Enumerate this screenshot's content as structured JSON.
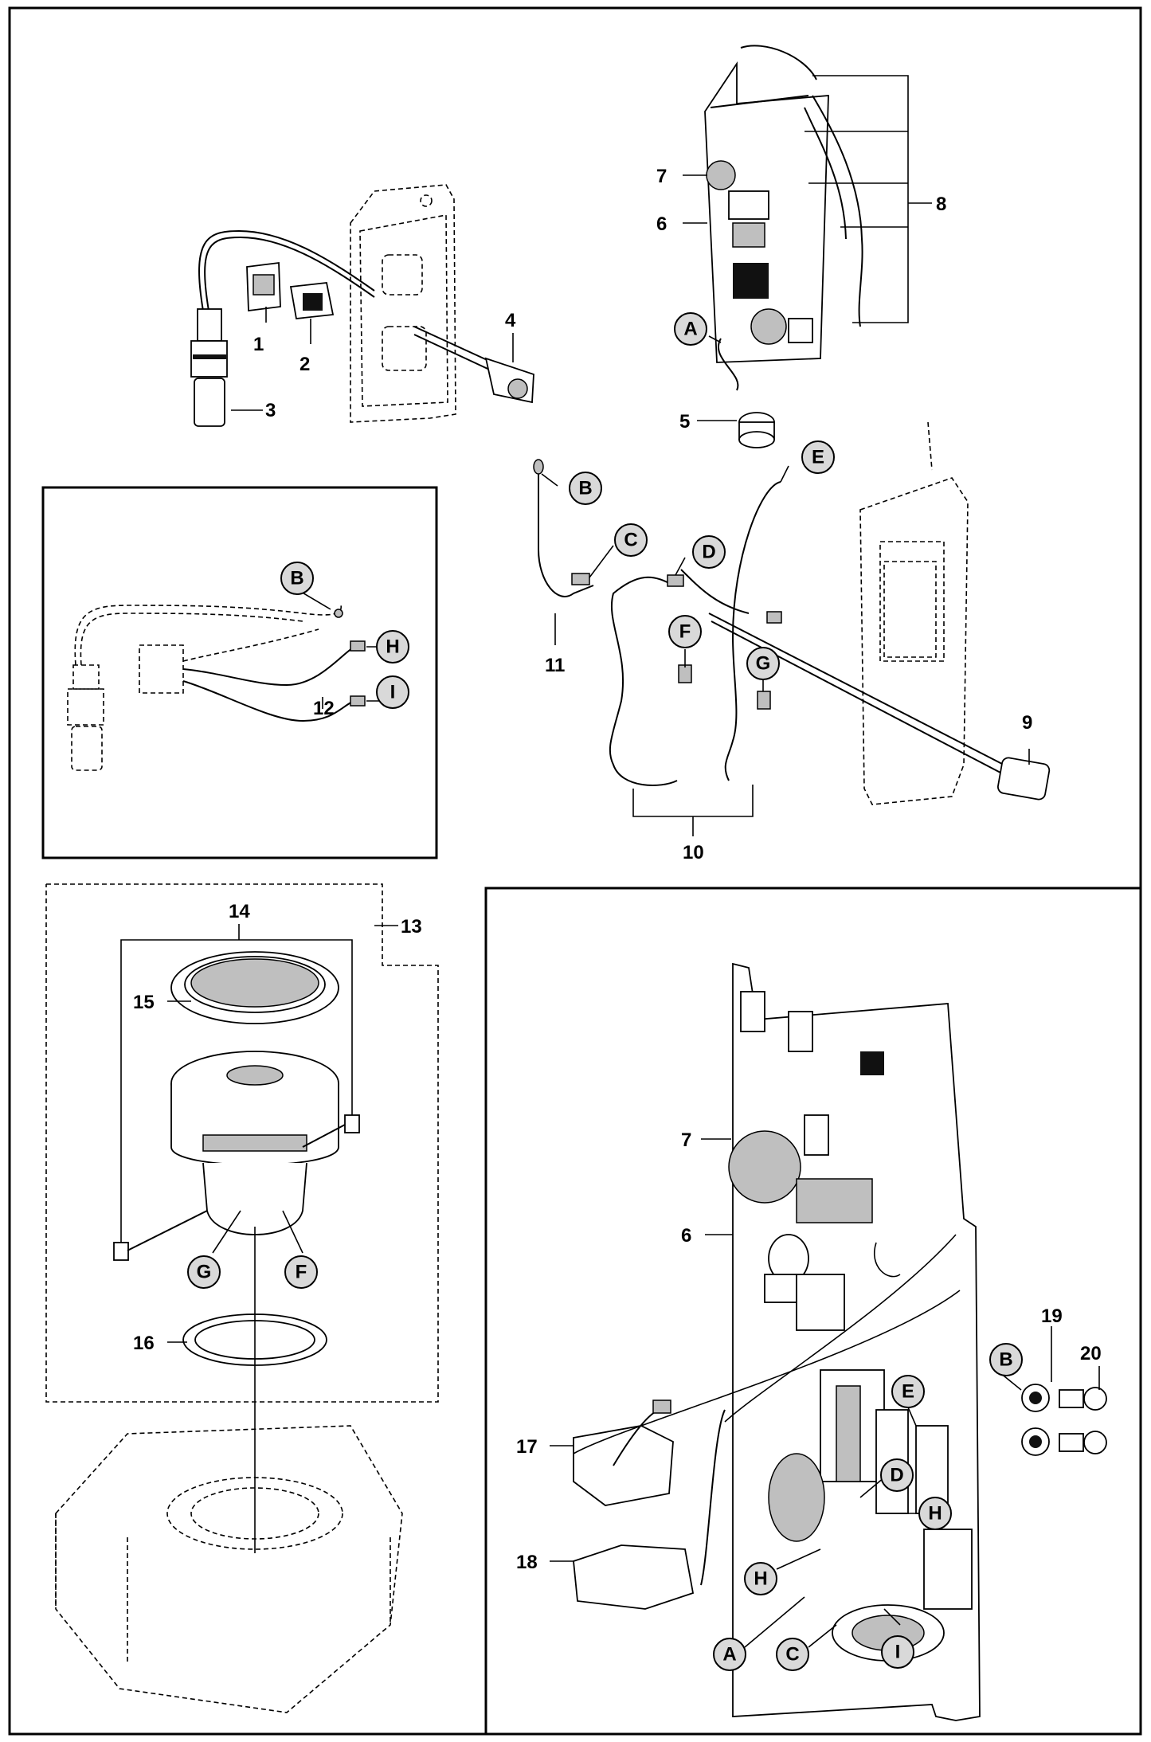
{
  "diagram": {
    "part_numbers": [
      "1",
      "2",
      "3",
      "4",
      "5",
      "6",
      "7",
      "8",
      "9",
      "10",
      "11",
      "12",
      "13",
      "14",
      "15",
      "16",
      "17",
      "18",
      "19",
      "20"
    ],
    "lower_right_numbers": [
      "7",
      "6",
      "17",
      "18",
      "19",
      "20"
    ],
    "lower_left_numbers": [
      "14",
      "13",
      "15",
      "16"
    ],
    "connector_letters": {
      "a": "A",
      "b": "B",
      "c": "C",
      "d": "D",
      "e": "E",
      "f": "F",
      "g": "G",
      "h": "H",
      "i": "I"
    },
    "colors": {
      "line": "#000000",
      "background": "#ffffff",
      "callout_fill": "#d9d9d9"
    }
  }
}
